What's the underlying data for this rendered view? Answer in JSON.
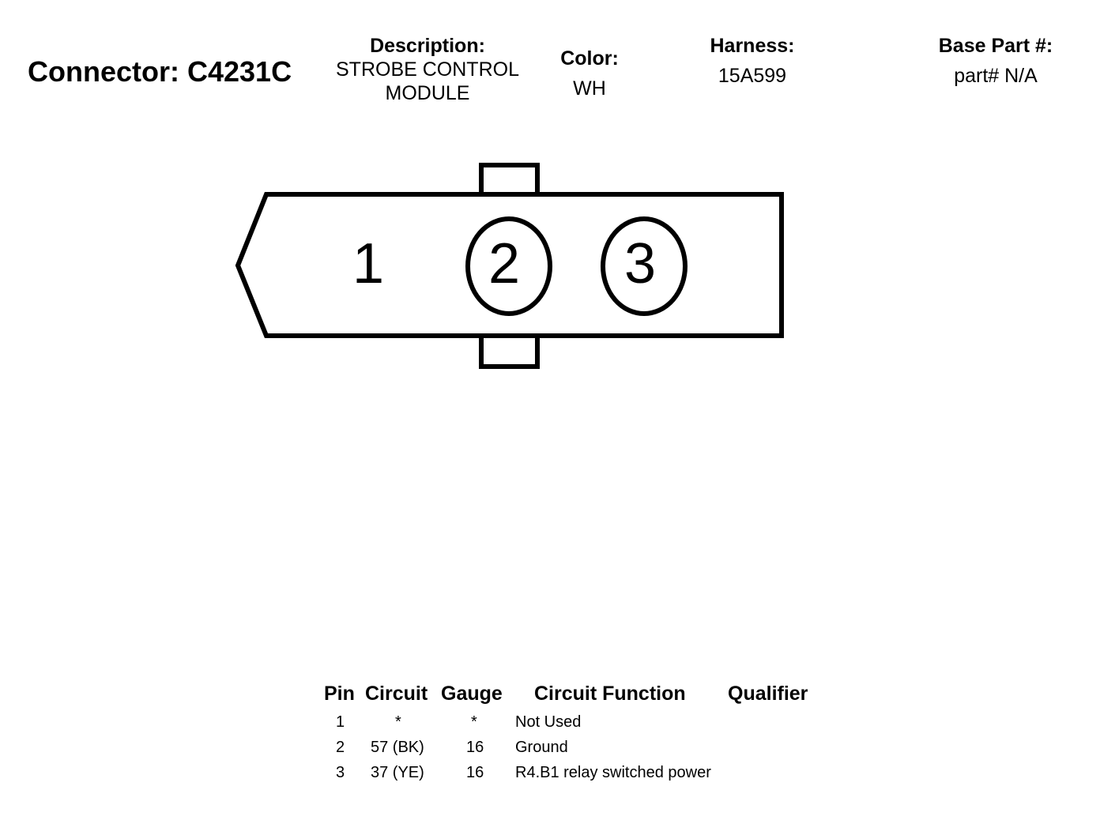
{
  "header": {
    "connector_label": "Connector: C4231C",
    "description_label": "Description:",
    "description_lines": [
      "STROBE CONTROL",
      "MODULE"
    ],
    "color_label": "Color:",
    "color_value": "WH",
    "harness_label": "Harness:",
    "harness_value": "15A599",
    "base_part_label": "Base Part #:",
    "base_part_value": "part# N/A"
  },
  "connector": {
    "pins": [
      {
        "number": "1",
        "circled": false
      },
      {
        "number": "2",
        "circled": true
      },
      {
        "number": "3",
        "circled": true
      }
    ]
  },
  "pin_table": {
    "headers": {
      "pin": "Pin",
      "circuit": "Circuit",
      "gauge": "Gauge",
      "function": "Circuit Function",
      "qualifier": "Qualifier"
    },
    "rows": [
      {
        "pin": "1",
        "circuit": "*",
        "gauge": "*",
        "function": "Not Used",
        "qualifier": ""
      },
      {
        "pin": "2",
        "circuit": "57 (BK)",
        "gauge": "16",
        "function": "Ground",
        "qualifier": ""
      },
      {
        "pin": "3",
        "circuit": "37 (YE)",
        "gauge": "16",
        "function": "R4.B1 relay switched power",
        "qualifier": ""
      }
    ]
  }
}
